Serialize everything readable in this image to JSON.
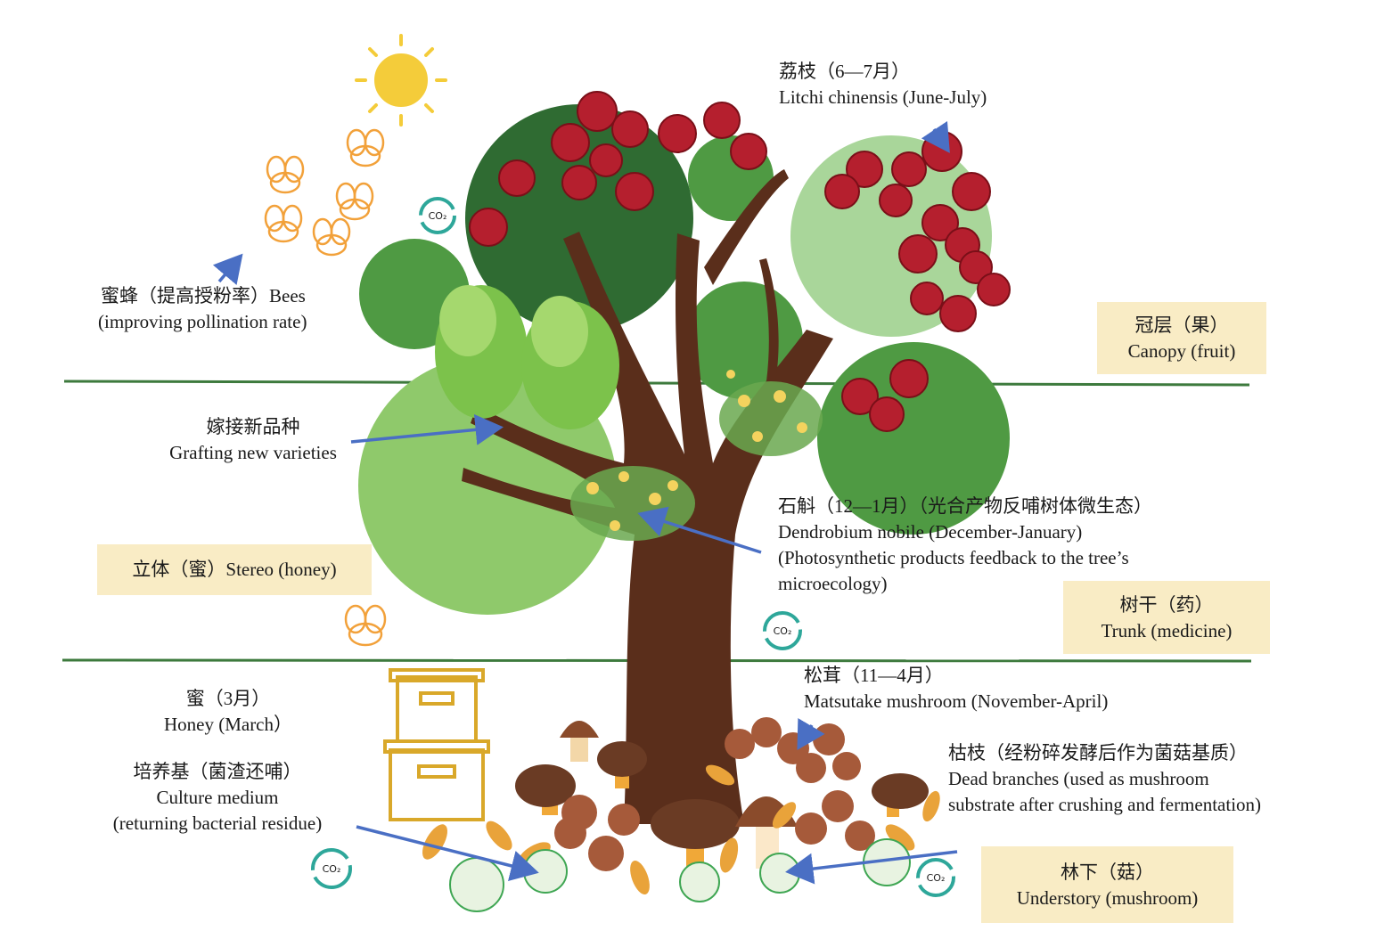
{
  "layers": {
    "canopy": {
      "zh": "冠层（果）",
      "en": "Canopy (fruit)"
    },
    "stereo": {
      "text": "立体（蜜）Stereo (honey)"
    },
    "trunk": {
      "zh": "树干（药）",
      "en": "Trunk (medicine)"
    },
    "understory": {
      "zh": "林下（菇）",
      "en": "Understory (mushroom)"
    }
  },
  "annotations": {
    "litchi": {
      "zh": "荔枝（6—7月）",
      "en": "Litchi chinensis (June-July)"
    },
    "bees": {
      "zh": "蜜蜂（提高授粉率）Bees",
      "en": "(improving pollination rate)"
    },
    "grafting": {
      "zh": "嫁接新品种",
      "en": "Grafting new varieties"
    },
    "dendrobium": {
      "zh": "石斛（12—1月）（光合产物反哺树体微生态）",
      "en1": "Dendrobium nobile (December-January)",
      "en2": "(Photosynthetic products feedback to the tree’s",
      "en3": "microecology)"
    },
    "honey": {
      "zh": "蜜（3月）",
      "en": "Honey (March）"
    },
    "culture": {
      "zh": "培养基（菌渣还哺）",
      "en1": "Culture medium",
      "en2": "(returning bacterial residue)"
    },
    "matsutake": {
      "zh": "松茸（11—4月）",
      "en": "Matsutake mushroom (November-April)"
    },
    "dead_branches": {
      "zh": "枯枝（经粉碎发酵后作为菌菇基质）",
      "en1": "Dead branches (used as mushroom",
      "en2": "substrate after crushing and fermentation)"
    }
  },
  "co2_label": "CO₂",
  "colors": {
    "divider": "#3d7a3d",
    "box_fill": "#f9ecc5",
    "arrow": "#4a6fc4",
    "trunk": "#5a2e1b",
    "canopy_dark": "#2f6b32",
    "canopy_mid": "#4f9a43",
    "canopy_light": "#8fc96b",
    "canopy_pale": "#a9d69a",
    "litchi": "#b51f2e",
    "sun": "#f4cc3a",
    "bee": "#f2a13a",
    "hive": "#d9a82a",
    "co2": "#2ea79a"
  }
}
